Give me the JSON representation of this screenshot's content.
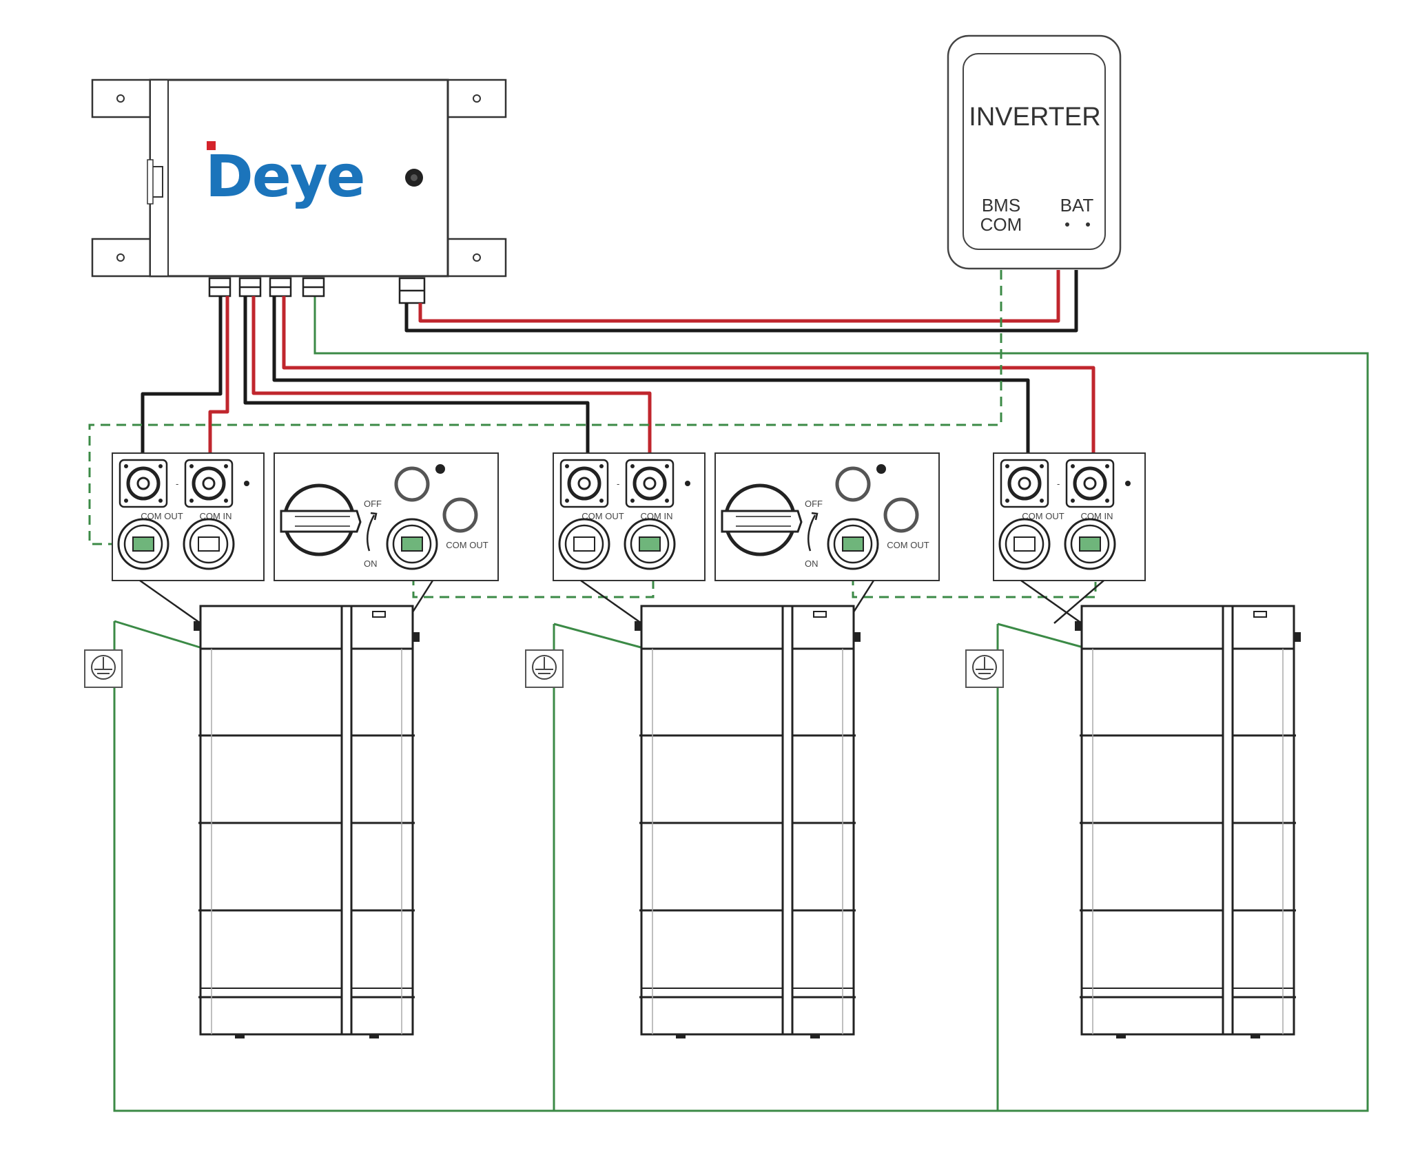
{
  "colors": {
    "positive_cable": "#c0262d",
    "negative_cable": "#1a1a1a",
    "comm_cable": "#3b8a46",
    "ground_cable": "#3b8a46",
    "brand_blue": "#1b74bb",
    "brand_red": "#d4232b",
    "outline": "#333333"
  },
  "combiner_box": {
    "brand": "Deye",
    "brand_initial": "D",
    "brand_rest": "eye"
  },
  "inverter": {
    "title": "INVERTER",
    "bms_label_1": "BMS",
    "bms_label_2": "COM",
    "bat_label": "BAT"
  },
  "battery_panel": {
    "com_out_left": "COM OUT",
    "com_in": "COM IN",
    "com_out": "COM OUT",
    "off_label": "OFF",
    "on_label": "ON"
  },
  "icons": {
    "ground": "ground-icon",
    "rj45": "rj45-port-icon",
    "power_terminal": "power-terminal-icon",
    "switch": "rotary-switch-icon"
  },
  "battery_stacks": [
    {
      "name": "battery-stack-1",
      "modules": 4
    },
    {
      "name": "battery-stack-2",
      "modules": 4
    },
    {
      "name": "battery-stack-3",
      "modules": 4
    }
  ]
}
